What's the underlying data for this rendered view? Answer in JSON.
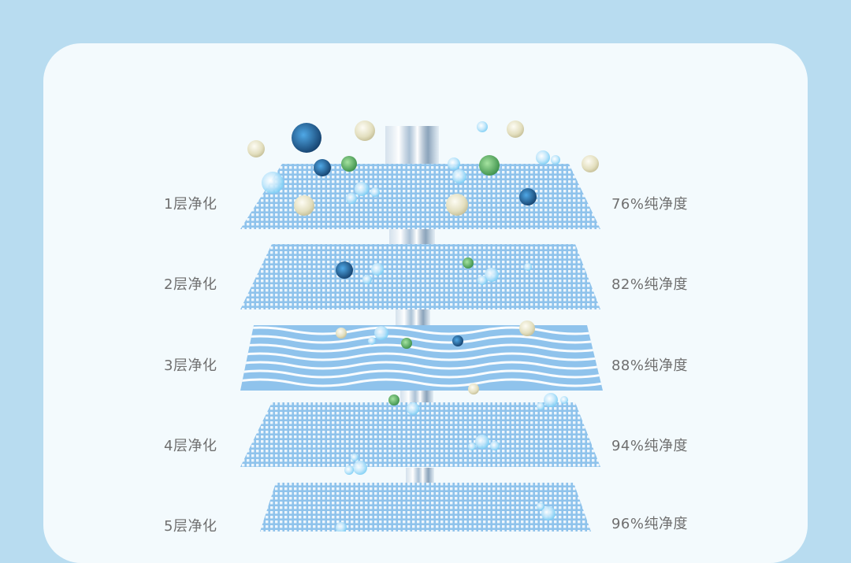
{
  "layers": [
    {
      "name": "1层净化",
      "purity": "76%纯净度",
      "pattern": "grid"
    },
    {
      "name": "2层净化",
      "purity": "82%纯净度",
      "pattern": "grid"
    },
    {
      "name": "3层净化",
      "purity": "88%纯净度",
      "pattern": "wave"
    },
    {
      "name": "4层净化",
      "purity": "94%纯净度",
      "pattern": "grid"
    },
    {
      "name": "5层净化",
      "purity": "96%纯净度",
      "pattern": "grid"
    }
  ],
  "particles": {
    "types": [
      "bacteria-blue",
      "bacteria-green",
      "dust-beige",
      "bubble"
    ]
  },
  "colors": {
    "page_bg": "#b8dcf0",
    "card_bg": "#f3fafd",
    "filter_blue": "#7fb9e8",
    "label_text": "#6f6f6f",
    "bacteria_blue": "#1d6aa8",
    "bacteria_green": "#4ea85a",
    "dust": "#e4e0c2"
  }
}
